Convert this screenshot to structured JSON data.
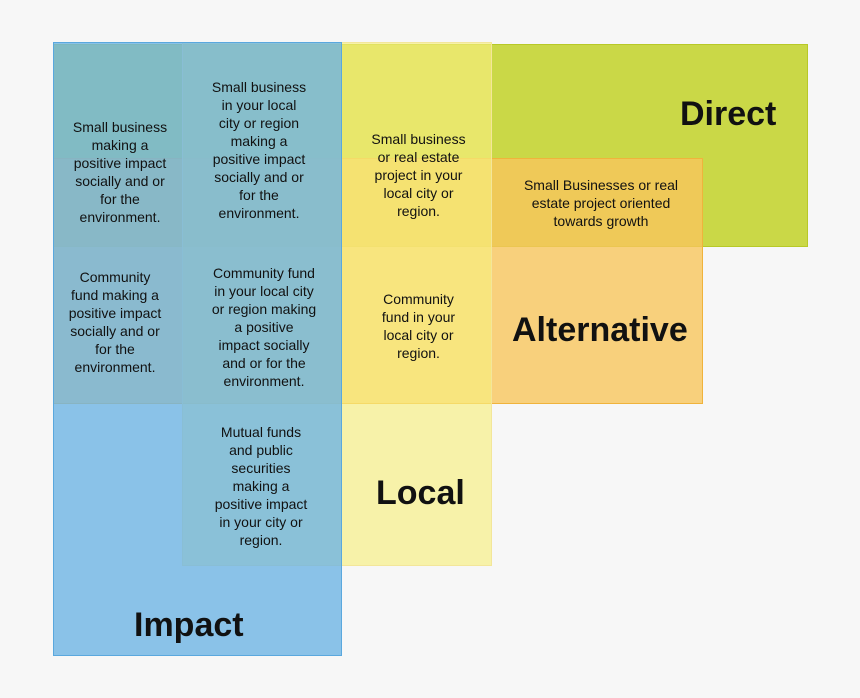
{
  "colors": {
    "direct": "#bfcf1a",
    "alternative": "#f8c65c",
    "local": "#f7f080",
    "impact": "#6eb4e4",
    "background": "#f7f7f7",
    "text": "#111111"
  },
  "labels": {
    "direct": "Direct",
    "alternative": "Alternative",
    "local": "Local",
    "impact": "Impact"
  },
  "cells": {
    "impact_direct": "Small business\nmaking a\npositive impact\nsocially and or\nfor the\nenvironment.",
    "impact_local_direct": "Small business\nin your local\ncity or region\nmaking a\npositive impact\nsocially and or\nfor the\nenvironment.",
    "local_direct": "Small business\nor real estate\nproject in your\nlocal  city or\nregion.",
    "direct_alternative": "Small Businesses or real\nestate project oriented\ntowards growth",
    "impact_alternative": "Community\nfund making a\npositive impact\nsocially and or\nfor the\nenvironment.",
    "impact_local_alternative": "Community fund\nin your local city\nor region making\na positive\nimpact socially\nand or for the\nenvironment.",
    "local_alternative": "Community\nfund in your\nlocal city or\nregion.",
    "impact_local": "Mutual funds\nand public\nsecurities\nmaking a\npositive impact\nin your city or\nregion."
  }
}
